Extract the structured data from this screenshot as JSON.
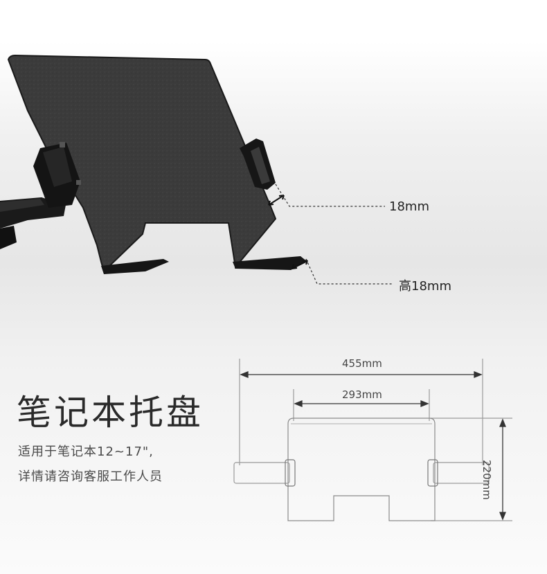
{
  "product": {
    "title": "笔记本托盘",
    "desc_line1": "适用于笔记本12~17\",",
    "desc_line2": "详情请咨询客服工作人员"
  },
  "callouts": {
    "clip_thickness": "18mm",
    "lip_height": "高18mm"
  },
  "dimensions": {
    "outer_width": "455mm",
    "inner_width": "293mm",
    "height": "220mm"
  },
  "colors": {
    "tray": "#3a3a3a",
    "frame": "#141414",
    "drawing_line": "#9a9a9a",
    "dim_arrow": "#333333"
  }
}
